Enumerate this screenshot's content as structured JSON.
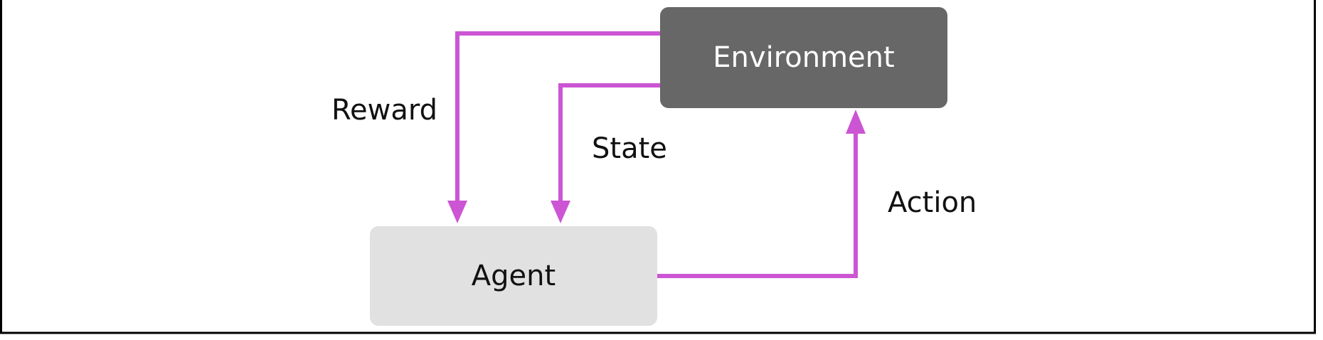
{
  "diagram": {
    "environment": {
      "label": "Environment"
    },
    "agent": {
      "label": "Agent"
    },
    "edges": {
      "reward": "Reward",
      "state": "State",
      "action": "Action"
    }
  },
  "colors": {
    "arrow": "#cc55d4",
    "environment_fill": "#676767",
    "environment_text": "#ffffff",
    "agent_fill": "#e1e1e1",
    "agent_text": "#111111",
    "frame": "#000000"
  }
}
